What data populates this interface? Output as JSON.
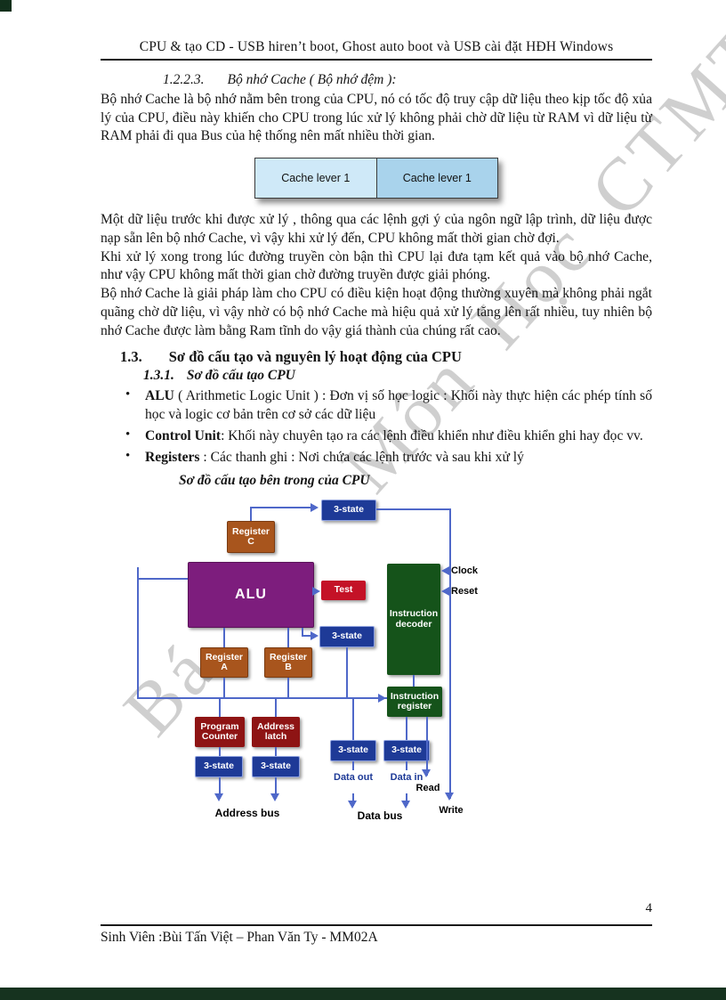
{
  "page": {
    "header": "CPU & tạo CD - USB hiren’t boot, Ghost auto boot và USB cài đặt HĐH Windows",
    "watermark": "Bá      Môn Học CTMT",
    "footer": {
      "page_number": "4",
      "student_line": "Sinh Viên :Bùi Tấn Việt – Phan Văn Ty - MM02A"
    }
  },
  "content": {
    "bullet_char": "•",
    "section_1223": {
      "number": "1.2.2.3.",
      "title": "Bộ nhớ Cache ( Bộ nhớ đệm ):"
    },
    "para1": "Bộ nhớ Cache là bộ nhớ nằm bên trong của CPU, nó có tốc độ truy cập dữ liệu theo kịp tốc độ xủa lý của CPU, điều này khiến cho CPU trong lúc xử lý không phải chờ dữ liệu từ RAM vì dữ liệu từ RAM phải đi qua Bus của hệ thống nên mất nhiều thời gian.",
    "cache_boxes": [
      "Cache lever 1",
      "Cache lever 1"
    ],
    "para2": "Một dữ liệu trước khi được xử lý , thông qua các lệnh gợi ý của ngôn ngữ lập trình, dữ liệu được nạp sẵn lên bộ nhớ Cache, vì vậy khi xử lý đến, CPU không mất thời gian chờ đợi.",
    "para3": "Khi xử lý xong trong lúc đường truyền còn bận thì CPU lại đưa tạm kết quả vào bộ nhớ Cache, như vậy CPU không mất thời gian chờ đường truyền được giải phóng.",
    "para4": "Bộ nhớ Cache là giải pháp làm cho CPU có điều kiện hoạt động thường xuyên mà không phải ngắt quãng chờ dữ liệu, vì vậy nhờ có bộ nhớ Cache mà hiệu quả xử lý tăng lên rất nhiều, tuy nhiên bộ nhớ Cache được làm bằng Ram tĩnh do vậy giá thành của chúng rất cao.",
    "section_13": {
      "number": "1.3.",
      "title": "Sơ đồ cấu tạo và nguyên lý hoạt động của CPU"
    },
    "section_131": {
      "number": "1.3.1.",
      "title": "Sơ đồ cấu tạo CPU"
    },
    "bullets": [
      {
        "term": "ALU",
        "rest": " ( Arithmetic Logic Unit ) : Đơn vị số học logic :  Khối này thực hiện các phép tính số học và  logic cơ bản trên cơ sở các dữ liệu"
      },
      {
        "term": "Control Unit",
        "rest": ": Khối này  chuyên tạo ra các lệnh điều khiển như điều khiển ghi hay đọc vv."
      },
      {
        "term": "Registers",
        "rest": " : Các thanh ghi : Nơi chứa các lệnh trước và sau khi xử lý"
      }
    ],
    "diagram_title": "Sơ đồ cấu tạo bên trong của CPU"
  },
  "diagram": {
    "labels": {
      "three_state": "3-state",
      "register_c": "Register C",
      "alu": "ALU",
      "test": "Test",
      "instruction_decoder": "Instruction decoder",
      "clock": "Clock",
      "reset": "Reset",
      "register_a": "Register A",
      "register_b": "Register B",
      "instruction_register": "Instruction register",
      "program_counter": "Program Counter",
      "address_latch": "Address latch",
      "data_out": "Data out",
      "data_in": "Data in",
      "read": "Read",
      "write": "Write",
      "address_bus": "Address bus",
      "data_bus": "Data bus"
    },
    "colors": {
      "three_state": "#1e3a97",
      "register": "#a8551d",
      "alu": "#7d1d7d",
      "test": "#c41227",
      "decoder": "#15531a",
      "pc_latch": "#8e1414",
      "bus_line": "#4f68c9",
      "cache_left": "#cfe9f8",
      "cache_right": "#a9d3ec"
    }
  }
}
